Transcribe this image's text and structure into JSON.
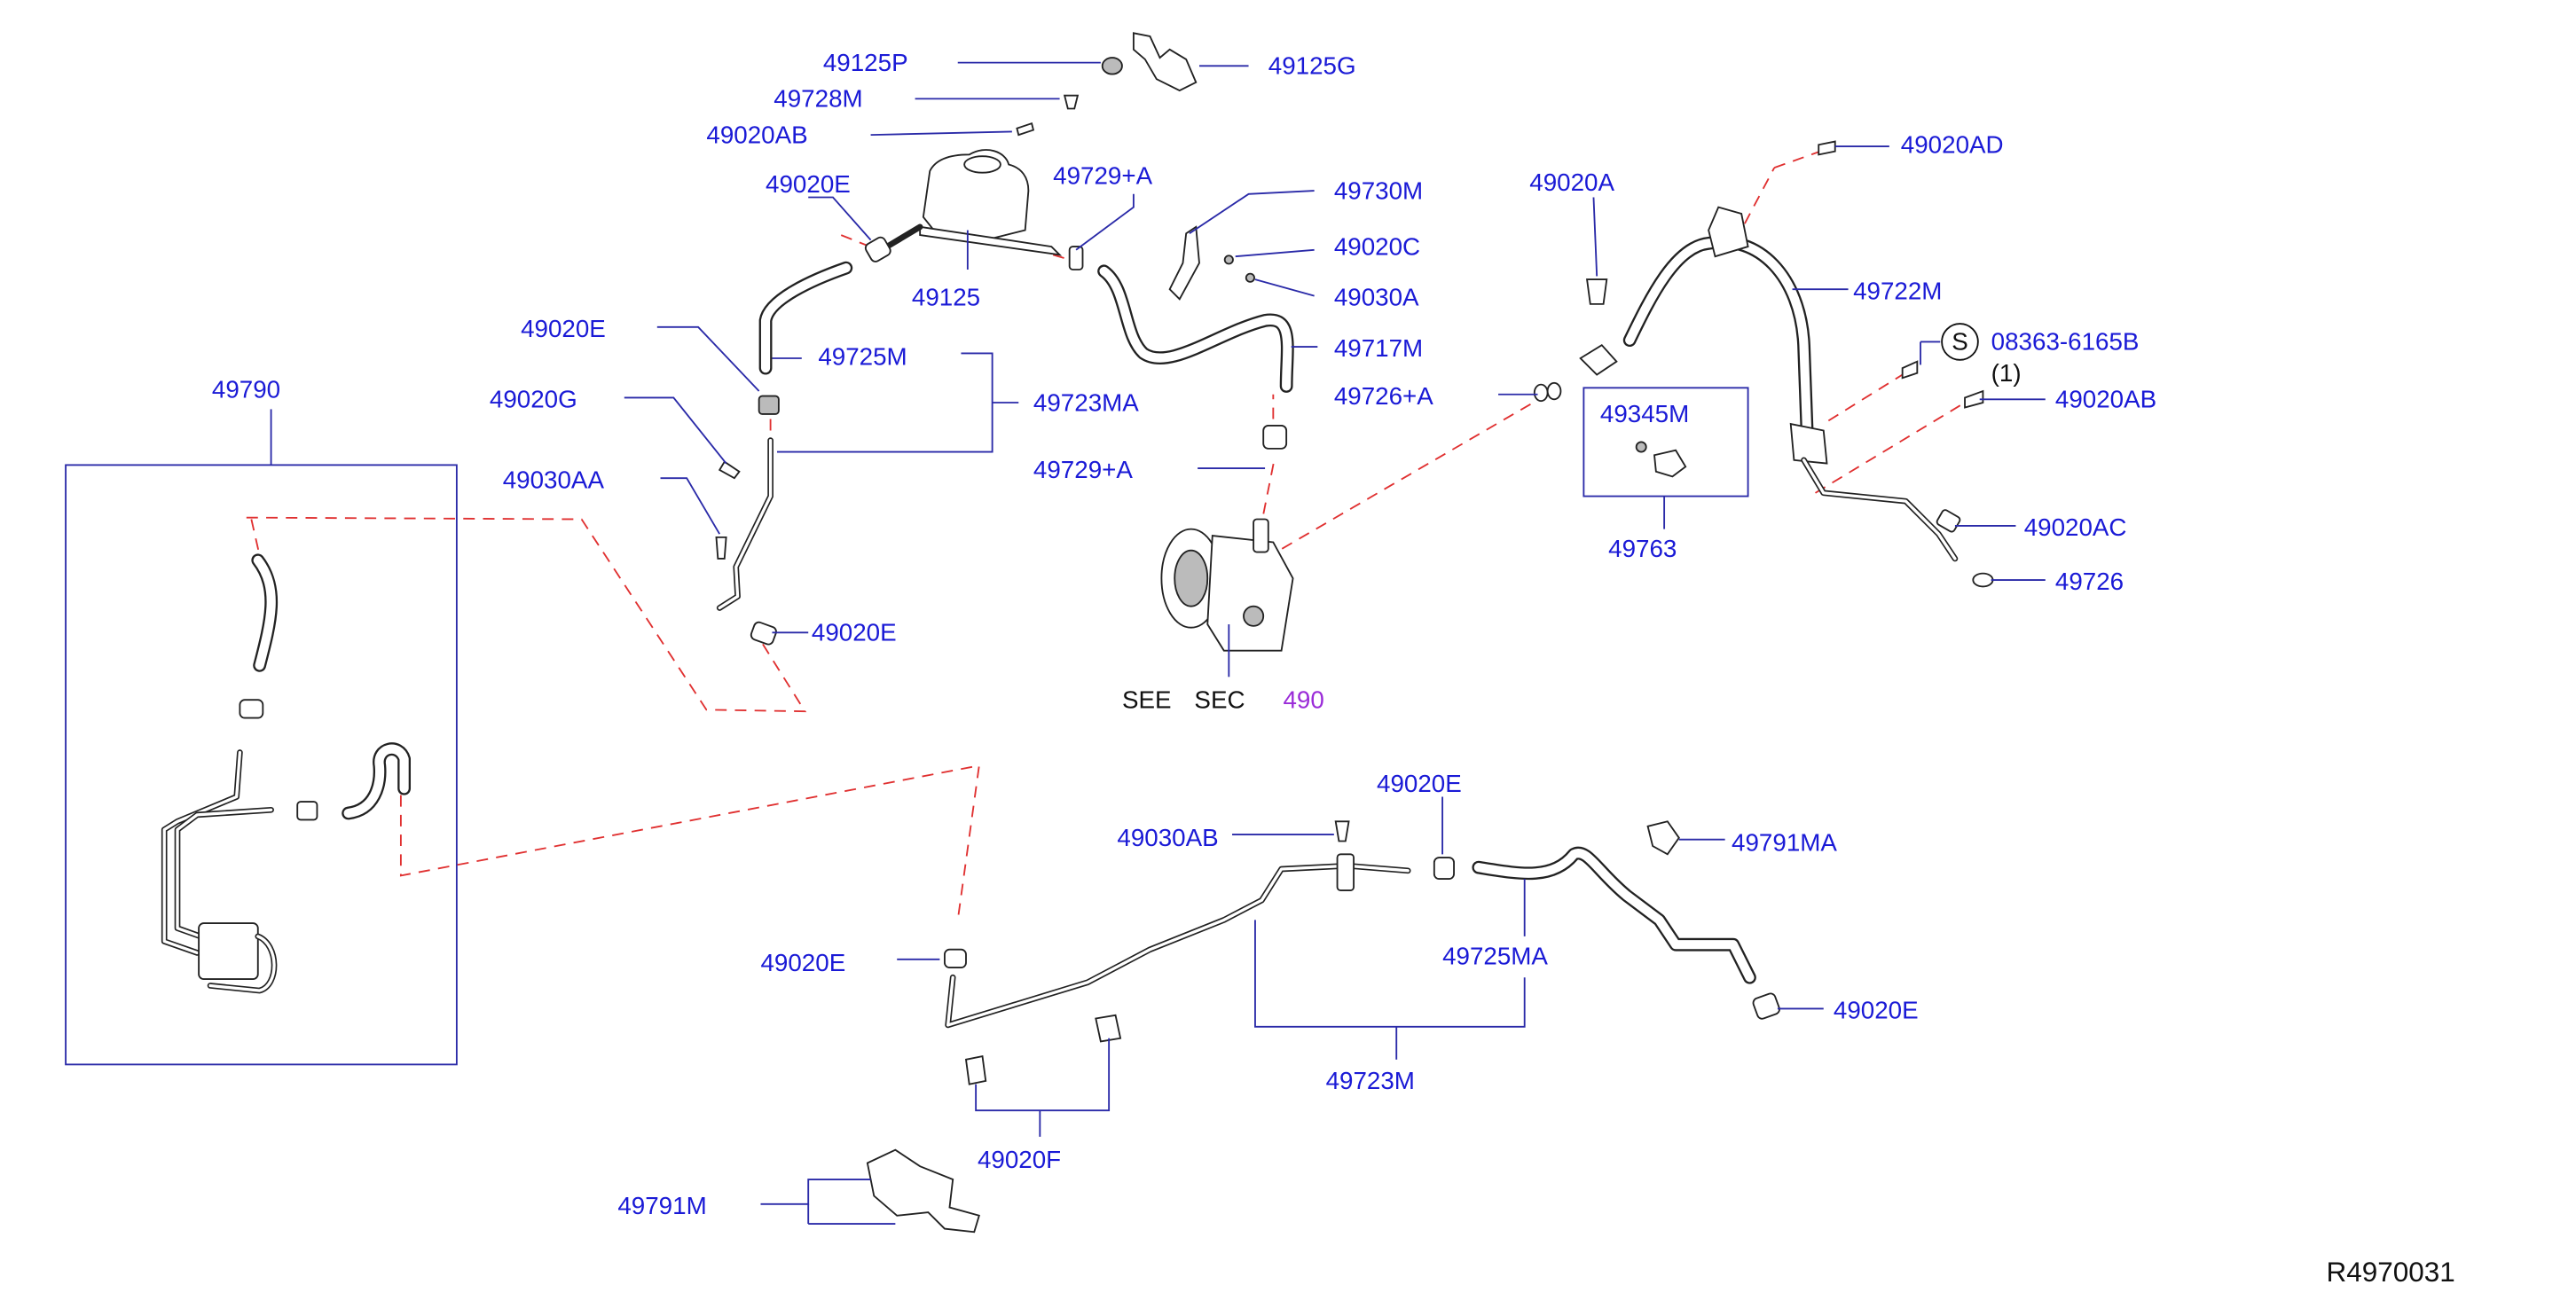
{
  "diagram": {
    "reference_code": "R4970031",
    "see_note": {
      "see": "SEE",
      "sec": "SEC",
      "number": "490"
    },
    "sub_assembly_label": "49790",
    "sensor_box": {
      "part": "49345M",
      "group": "49763"
    },
    "sealant": {
      "symbol": "S",
      "part": "08363-6165B",
      "qty": "(1)"
    },
    "labels": {
      "p49125P": "49125P",
      "p49125G": "49125G",
      "p49728M": "49728M",
      "p49020AB_top": "49020AB",
      "p49020E_res": "49020E",
      "p49729A_top": "49729+A",
      "p49125": "49125",
      "p49730M": "49730M",
      "p49020C": "49020C",
      "p49030A": "49030A",
      "p49717M": "49717M",
      "p49726A": "49726+A",
      "p49729A_mid": "49729+A",
      "p49020E_left": "49020E",
      "p49725M": "49725M",
      "p49723MA": "49723MA",
      "p49020G": "49020G",
      "p49030AA": "49030AA",
      "p49020E_low": "49020E",
      "p49020A": "49020A",
      "p49020AD": "49020AD",
      "p49722M": "49722M",
      "p49020AB_right": "49020AB",
      "p49020AC": "49020AC",
      "p49726": "49726",
      "p49020E_bot_top": "49020E",
      "p49030AB": "49030AB",
      "p49791MA": "49791MA",
      "p49020E_bot_left": "49020E",
      "p49725MA": "49725MA",
      "p49020E_bot_right": "49020E",
      "p49723M": "49723M",
      "p49020F": "49020F",
      "p49791M": "49791M"
    }
  }
}
